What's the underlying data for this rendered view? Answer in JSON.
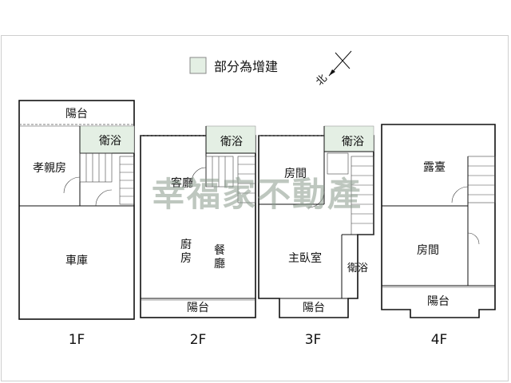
{
  "legend": {
    "swatch_color": "#e4efe4",
    "text": "部分為增建"
  },
  "north_arrow": {
    "label": "北"
  },
  "watermark": "幸福家不動產",
  "floors": {
    "f1": {
      "label": "1F",
      "rooms": {
        "balcony": "陽台",
        "bath": "衛浴",
        "parent_room": "孝親房",
        "garage": "車庫"
      }
    },
    "f2": {
      "label": "2F",
      "rooms": {
        "bath": "衛浴",
        "living": "客廳",
        "kitchen_a": "廚",
        "kitchen_b": "房",
        "dining_a": "餐",
        "dining_b": "廳",
        "balcony": "陽台"
      }
    },
    "f3": {
      "label": "3F",
      "rooms": {
        "bath_top": "衛浴",
        "room": "房間",
        "master": "主臥室",
        "bath_side": "衛浴",
        "balcony": "陽台"
      }
    },
    "f4": {
      "label": "4F",
      "rooms": {
        "terrace": "露臺",
        "room": "房間",
        "balcony": "陽台"
      }
    }
  }
}
